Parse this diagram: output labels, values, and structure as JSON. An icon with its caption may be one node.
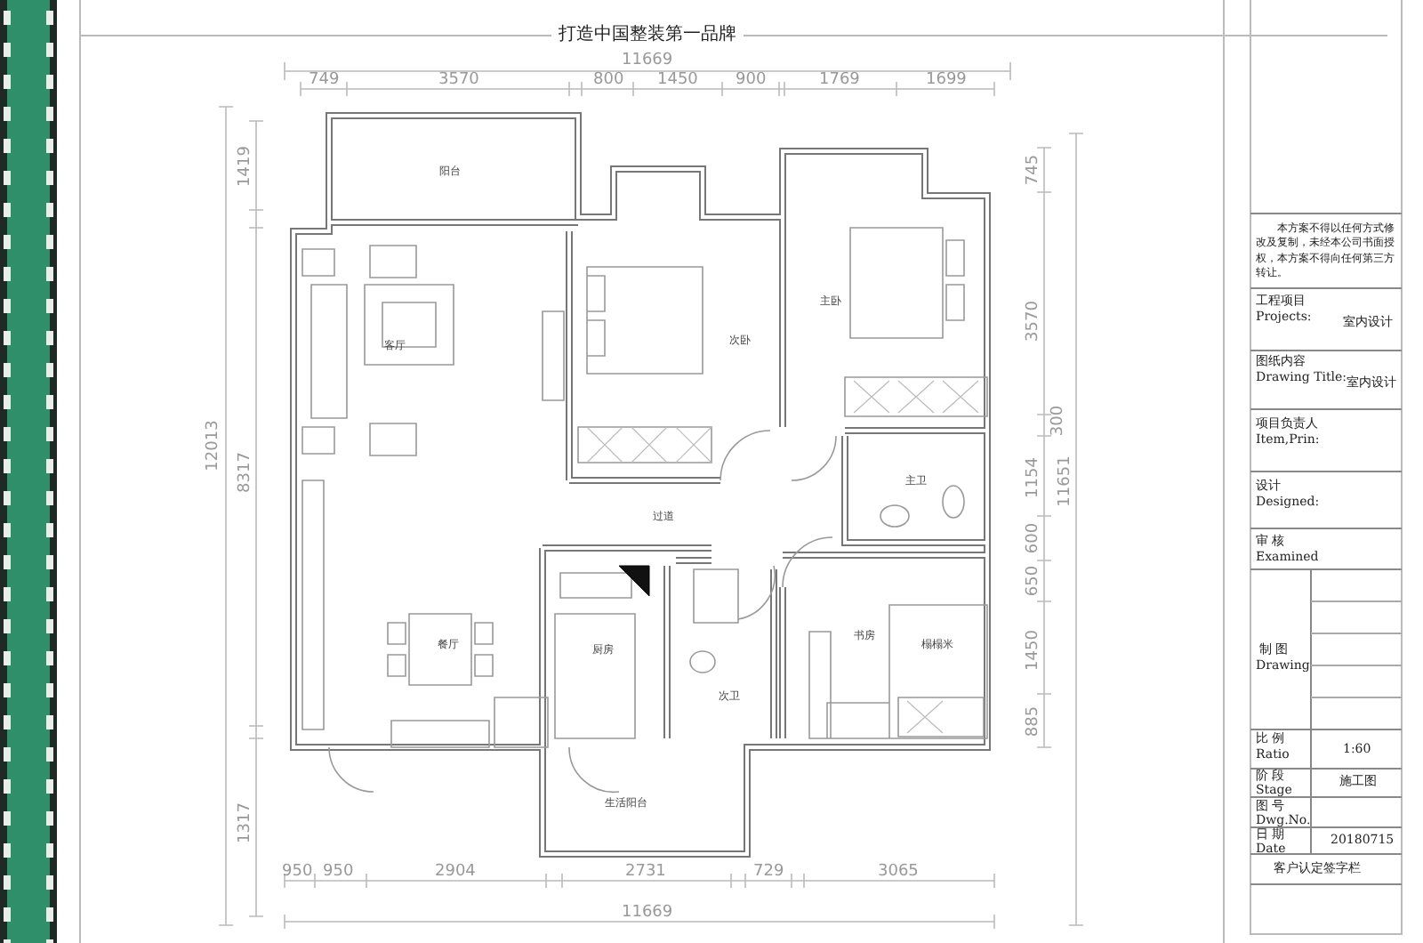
{
  "diagram": {
    "title": "打造中国整装第一品牌",
    "labels": [
      "11669",
      "749",
      "3570",
      "800",
      "1450",
      "900",
      "1769",
      "1699",
      "12013",
      "1419",
      "8317",
      "1317",
      "745",
      "3570",
      "300",
      "1154",
      "600",
      "650",
      "1450",
      "885",
      "11651",
      "阳台",
      "客厅",
      "次卧",
      "主卧",
      "主卫",
      "过道",
      "餐厅",
      "厨房",
      "次卫",
      "书房",
      "榻榻米",
      "生活阳台",
      "950",
      "950",
      "2904",
      "2731",
      "729",
      "3065",
      "11669",
      "本方案不得以任何方式修改及复制，未经本公司书面授权，本方案不得向任何第三方转让。",
      "工程项目",
      "Projects:",
      "室内设计",
      "图纸内容",
      "Drawing Title:",
      "室内设计",
      "项目负责人",
      "Item,Prin:",
      "设计",
      "Designed:",
      "审 核",
      "Examined",
      "制 图",
      "Drawing",
      "比 例",
      "Ratio",
      "1:60",
      "阶 段",
      "Stage",
      "施工图",
      "图 号",
      "Dwg.No.",
      "日 期",
      "Date",
      "20180715",
      "客户认定签字栏"
    ]
  }
}
